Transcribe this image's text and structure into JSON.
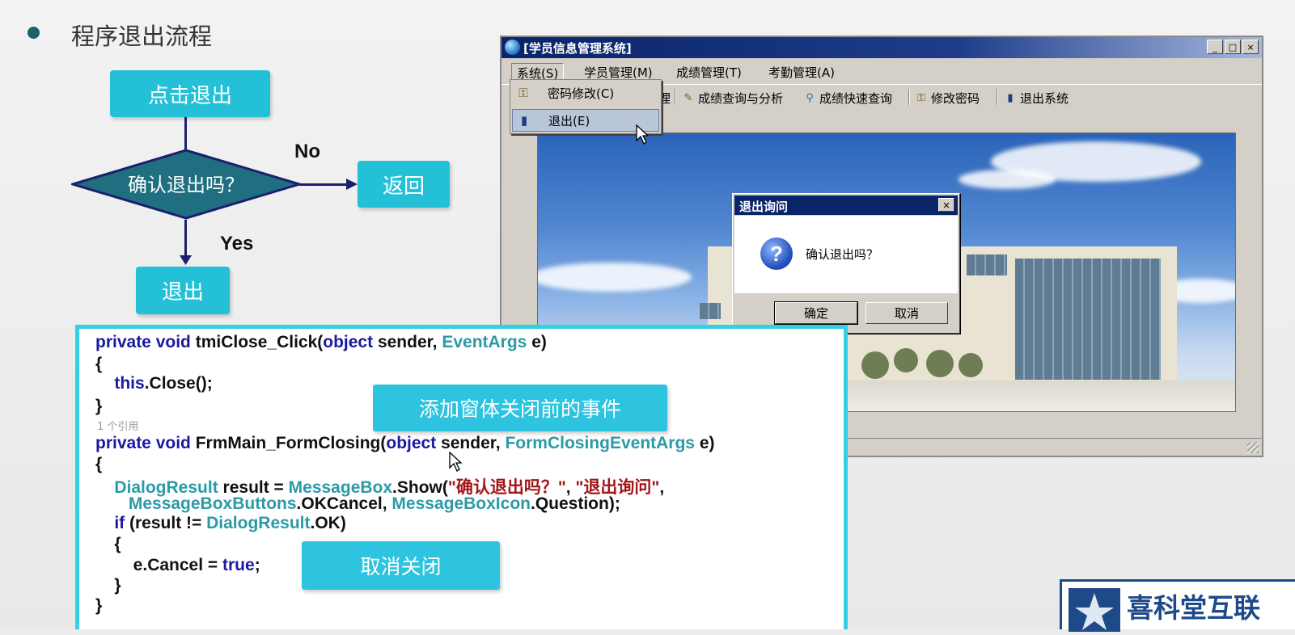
{
  "slide": {
    "title": "程序退出流程"
  },
  "flowchart": {
    "start": "点击退出",
    "decision": "确认退出吗？",
    "no_label": "No",
    "yes_label": "Yes",
    "no_target": "返回",
    "yes_target": "退出"
  },
  "code": {
    "lines": [
      {
        "parts": [
          [
            "kw",
            "private void "
          ],
          [
            "pl",
            "tmiClose_Click("
          ],
          [
            "kw",
            "object"
          ],
          [
            "pl",
            " sender, "
          ],
          [
            "ty",
            "EventArgs"
          ],
          [
            "pl",
            " e)"
          ]
        ]
      },
      {
        "parts": [
          [
            "pl",
            "{"
          ]
        ]
      },
      {
        "parts": [
          [
            "pl",
            "    "
          ],
          [
            "kw",
            "this"
          ],
          [
            "pl",
            ".Close();"
          ]
        ]
      },
      {
        "parts": [
          [
            "pl",
            "}"
          ]
        ]
      },
      {
        "parts": [
          [
            "kw",
            "private void "
          ],
          [
            "pl",
            "FrmMain_FormClosing("
          ],
          [
            "kw",
            "object"
          ],
          [
            "pl",
            " sender, "
          ],
          [
            "ty",
            "FormClosingEventArgs"
          ],
          [
            "pl",
            " e)"
          ]
        ]
      },
      {
        "parts": [
          [
            "pl",
            "{"
          ]
        ]
      },
      {
        "parts": [
          [
            "pl",
            "    "
          ],
          [
            "ty",
            "DialogResult"
          ],
          [
            "pl",
            " result = "
          ],
          [
            "ty",
            "MessageBox"
          ],
          [
            "pl",
            ".Show("
          ],
          [
            "str",
            "\"确认退出吗？\""
          ],
          [
            "pl",
            ", "
          ],
          [
            "str",
            "\"退出询问\""
          ],
          [
            "pl",
            ","
          ]
        ]
      },
      {
        "parts": [
          [
            "pl",
            "       "
          ],
          [
            "ty",
            "MessageBoxButtons"
          ],
          [
            "pl",
            ".OKCancel, "
          ],
          [
            "ty",
            "MessageBoxIcon"
          ],
          [
            "pl",
            ".Question);"
          ]
        ]
      },
      {
        "parts": [
          [
            "pl",
            "    "
          ],
          [
            "kw",
            "if"
          ],
          [
            "pl",
            " (result != "
          ],
          [
            "ty",
            "DialogResult"
          ],
          [
            "pl",
            ".OK)"
          ]
        ]
      },
      {
        "parts": [
          [
            "pl",
            "    {"
          ]
        ]
      },
      {
        "parts": [
          [
            "pl",
            "        e.Cancel = "
          ],
          [
            "kw",
            "true"
          ],
          [
            "pl",
            ";"
          ]
        ]
      },
      {
        "parts": [
          [
            "pl",
            "    }"
          ]
        ]
      },
      {
        "parts": [
          [
            "pl",
            "}"
          ]
        ]
      }
    ],
    "reference_note": "1 个引用",
    "callout_event": "添加窗体关闭前的事件",
    "callout_cancel": "取消关闭"
  },
  "app": {
    "title": "[学员信息管理系统]",
    "window_buttons": [
      "_",
      "□",
      "×"
    ],
    "menu": [
      "系统(S)",
      "学员管理(M)",
      "成绩管理(T)",
      "考勤管理(A)"
    ],
    "toolbar": [
      {
        "icon": "pen-icon",
        "label": "成绩查询与分析"
      },
      {
        "icon": "search-icon",
        "label": "成绩快速查询"
      },
      {
        "icon": "key-icon",
        "label": "修改密码"
      },
      {
        "icon": "exit-icon",
        "label": "退出系统"
      }
    ],
    "toolbar_partial": "理",
    "dropdown": [
      {
        "icon": "key-icon",
        "label": "密码修改(C)"
      },
      {
        "icon": "exit-icon",
        "label": "退出(E)"
      }
    ]
  },
  "msgbox": {
    "title": "退出询问",
    "close": "×",
    "message": "确认退出吗？",
    "icon": "?",
    "ok": "确定",
    "cancel": "取消"
  },
  "logo": {
    "text": "喜科堂互联"
  },
  "colors": {
    "flow_box": "#23c0d8",
    "flow_diamond": "#1f6f80",
    "code_border": "#34d0e2",
    "keyword": "#1a1aa0",
    "type": "#2b9aa6",
    "string": "#a3151a",
    "titlebar": "#0a246a"
  }
}
